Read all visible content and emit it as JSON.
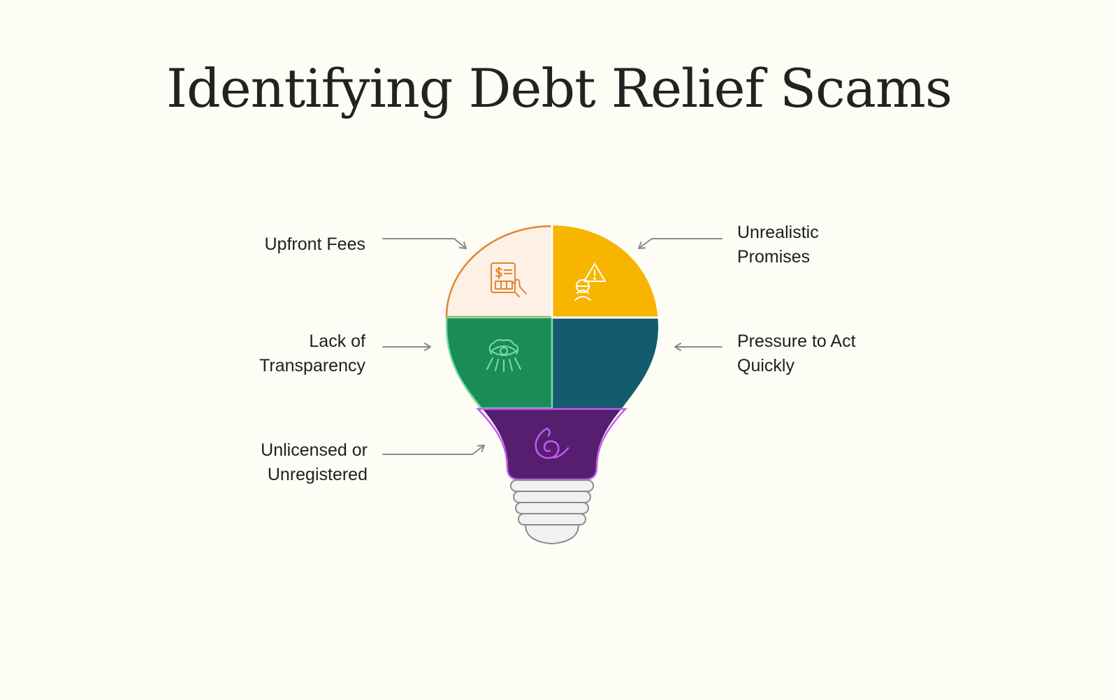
{
  "title": "Identifying Debt Relief Scams",
  "items": [
    {
      "id": "upfront-fees",
      "lines": [
        "Upfront Fees"
      ],
      "icon": "invoice-hand-icon",
      "color": "#FDF0E6",
      "stroke": "#E0862E"
    },
    {
      "id": "unrealistic-promises",
      "lines": [
        "Unrealistic",
        "Promises"
      ],
      "icon": "person-warning-icon",
      "color": "#F7B500",
      "stroke": "#FFFFFF"
    },
    {
      "id": "lack-of-transparency",
      "lines": [
        "Lack of",
        "Transparency"
      ],
      "icon": "eye-icon",
      "color": "#1A8C57",
      "stroke": "#7DDBA8"
    },
    {
      "id": "pressure-to-act-quickly",
      "lines": [
        "Pressure to Act",
        "Quickly"
      ],
      "icon": "",
      "color": "#145B6E",
      "stroke": "#145B6E"
    },
    {
      "id": "unlicensed-or-unregistered",
      "lines": [
        "Unlicensed or",
        "Unregistered"
      ],
      "icon": "spiral-hand-icon",
      "color": "#561E6E",
      "stroke": "#C25AF0"
    }
  ],
  "colors": {
    "background": "#FDFDF5",
    "arrow": "#8A8A8A",
    "base": "#F1F1F1",
    "base_stroke": "#8C8C8C"
  }
}
